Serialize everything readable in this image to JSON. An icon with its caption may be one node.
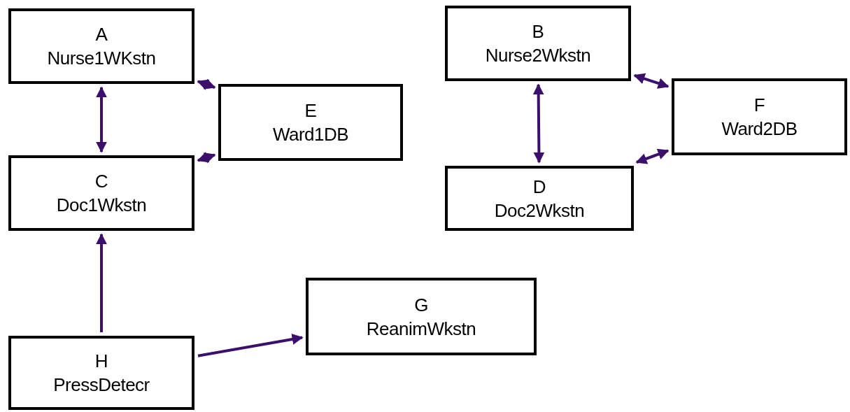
{
  "diagram": {
    "nodes": [
      {
        "text": [
          "A",
          "Nurse1WKstn"
        ]
      },
      {
        "text": [
          "B",
          "Nurse2Wkstn"
        ]
      },
      {
        "text": [
          "E",
          "Ward1DB"
        ]
      },
      {
        "text": [
          "F",
          "Ward2DB"
        ]
      },
      {
        "text": [
          "C",
          "Doc1Wkstn"
        ]
      },
      {
        "text": [
          "D",
          "Doc2Wkstn"
        ]
      },
      {
        "text": [
          "G",
          "ReanimWkstn"
        ]
      },
      {
        "text": [
          "H",
          "PressDetecr"
        ]
      }
    ],
    "edges": [
      {
        "from": 0,
        "to": 2,
        "arrow": "both"
      },
      {
        "from": 1,
        "to": 3,
        "arrow": "both"
      },
      {
        "from": 0,
        "to": 4,
        "arrow": "both"
      },
      {
        "from": 1,
        "to": 5,
        "arrow": "both"
      },
      {
        "from": 4,
        "to": 2,
        "arrow": "both"
      },
      {
        "from": 5,
        "to": 3,
        "arrow": "both"
      },
      {
        "from": 7,
        "to": 4,
        "arrow": "to"
      },
      {
        "from": 7,
        "to": 6,
        "arrow": "to"
      }
    ]
  }
}
